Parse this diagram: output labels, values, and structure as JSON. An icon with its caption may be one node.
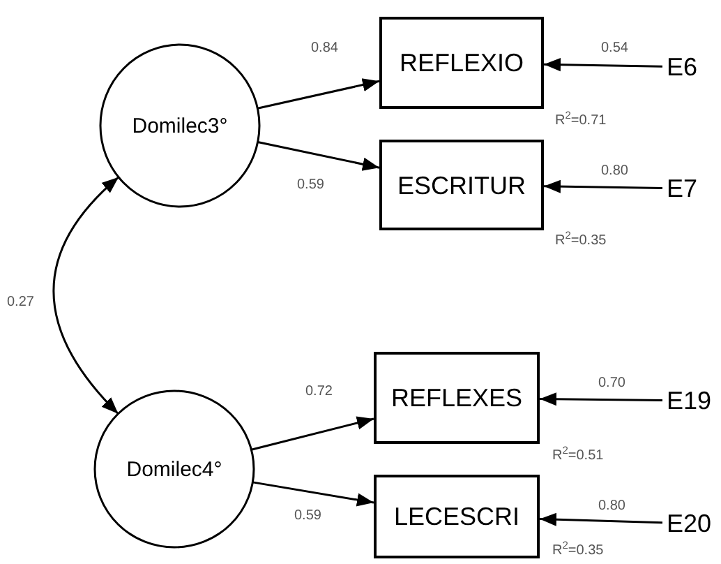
{
  "diagram": {
    "nodes": [
      {
        "text": [
          "Domilec3°"
        ]
      },
      {
        "text": [
          "REFLEXIO"
        ],
        "beside": [
          "R$^{2}$=0.71"
        ]
      },
      {
        "text": [
          "ESCRITUR"
        ],
        "beside": [
          "R$^{2}$=0.35"
        ]
      },
      {
        "text": [
          "Domilec4°"
        ]
      },
      {
        "text": [
          "REFLEXES"
        ],
        "beside": [
          "R$^{2}$=0.51"
        ]
      },
      {
        "text": [
          "LECESCRI"
        ],
        "beside": [
          "R$^{2}$=0.35"
        ]
      },
      {
        "text": [
          "E6"
        ]
      },
      {
        "text": [
          "E7"
        ]
      },
      {
        "text": [
          "E19"
        ]
      },
      {
        "text": [
          "E20"
        ]
      }
    ],
    "edges": [
      {
        "from": 0,
        "to": 1,
        "arrow": "to",
        "label": "0.84"
      },
      {
        "from": 0,
        "to": 2,
        "arrow": "to",
        "label": "0.59"
      },
      {
        "from": 3,
        "to": 4,
        "arrow": "to",
        "label": "0.72"
      },
      {
        "from": 3,
        "to": 5,
        "arrow": "to",
        "label": "0.59"
      },
      {
        "from": 6,
        "to": 1,
        "arrow": "to",
        "label": "0.54"
      },
      {
        "from": 7,
        "to": 2,
        "arrow": "to",
        "label": "0.80"
      },
      {
        "from": 8,
        "to": 4,
        "arrow": "to",
        "label": "0.70"
      },
      {
        "from": 9,
        "to": 5,
        "arrow": "to",
        "label": "0.80"
      },
      {
        "from": 0,
        "to": 3,
        "arrow": "both",
        "label": "0.27"
      }
    ]
  }
}
